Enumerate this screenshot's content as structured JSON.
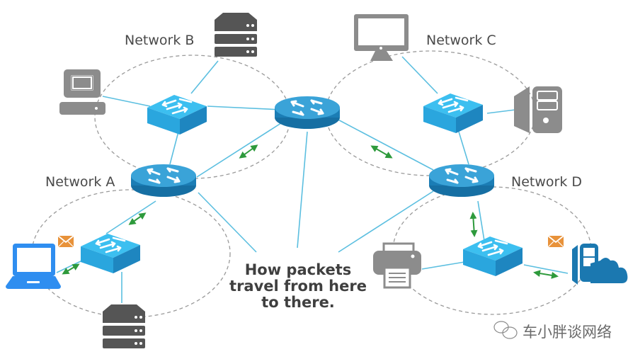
{
  "title": "How packets travel from here to there.",
  "caption_lines": [
    "How packets",
    "travel from here",
    "to there."
  ],
  "networks": {
    "a": "Network A",
    "b": "Network B",
    "c": "Network C",
    "d": "Network D"
  },
  "watermark": "车小胖谈网络",
  "colors": {
    "link": "#5cbfe0",
    "router": "#1f86c0",
    "switch": "#35b4e8",
    "device_gray": "#8c8c8c",
    "server_dark": "#555555",
    "laptop": "#2f8ef0",
    "cloud_phone": "#1b78b0",
    "envelope": "#e8923a",
    "arrow_green": "#2e9a3c",
    "zone_dash": "#9a9a9a"
  },
  "devices": [
    {
      "type": "router",
      "role": "core-router"
    },
    {
      "type": "router",
      "role": "network-a-router"
    },
    {
      "type": "router",
      "role": "network-d-router"
    },
    {
      "type": "switch",
      "role": "network-a-switch"
    },
    {
      "type": "switch",
      "role": "network-b-switch"
    },
    {
      "type": "switch",
      "role": "network-c-switch"
    },
    {
      "type": "switch",
      "role": "network-d-switch"
    },
    {
      "type": "server-rack",
      "role": "network-b-server"
    },
    {
      "type": "server-rack",
      "role": "network-a-server"
    },
    {
      "type": "desktop",
      "role": "network-b-desktop"
    },
    {
      "type": "monitor",
      "role": "network-c-monitor"
    },
    {
      "type": "tower",
      "role": "network-c-tower"
    },
    {
      "type": "laptop",
      "role": "network-a-laptop"
    },
    {
      "type": "printer",
      "role": "network-d-printer"
    },
    {
      "type": "phone-cloud",
      "role": "network-d-cloud-phone"
    }
  ]
}
